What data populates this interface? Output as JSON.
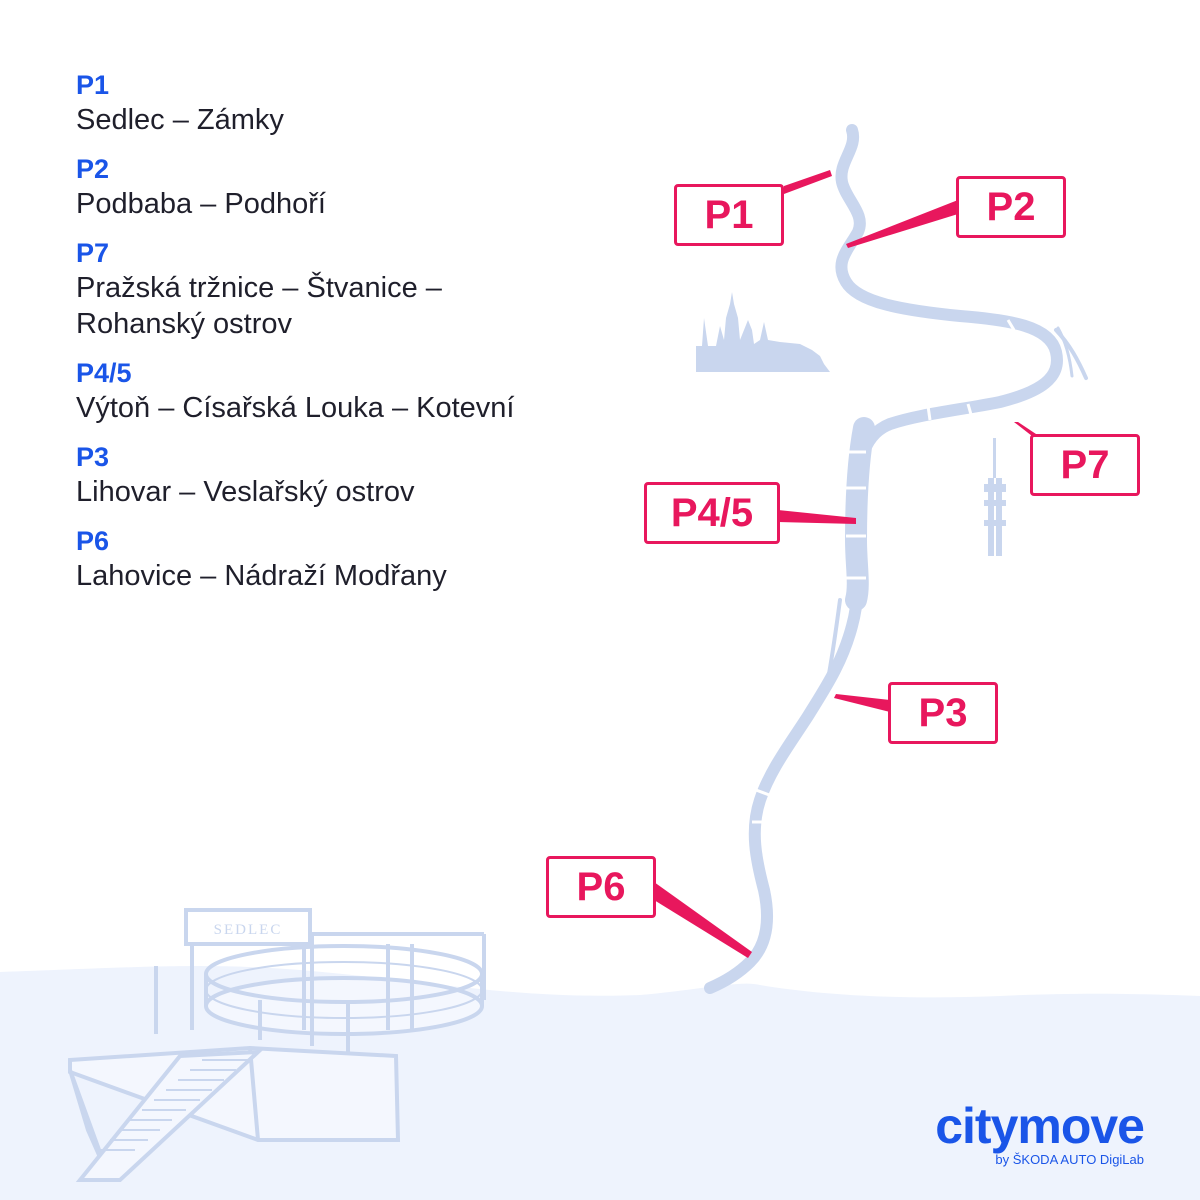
{
  "legend": [
    {
      "code": "P1",
      "desc": "Sedlec – Zámky"
    },
    {
      "code": "P2",
      "desc": "Podbaba – Podhoří"
    },
    {
      "code": "P7",
      "desc": "Pražská tržnice – Štvanice – Rohanský ostrov"
    },
    {
      "code": "P4/5",
      "desc": "Výtoň – Císařská Louka – Kotevní"
    },
    {
      "code": "P3",
      "desc": "Lihovar – Veslařský ostrov"
    },
    {
      "code": "P6",
      "desc": "Lahovice – Nádraží Modřany"
    }
  ],
  "map_labels": {
    "p1": "P1",
    "p2": "P2",
    "p7": "P7",
    "p45": "P4/5",
    "p3": "P3",
    "p6": "P6"
  },
  "ferry_sign": "SEDLEC",
  "brand": {
    "name": "citymove",
    "sub": "by ŠKODA AUTO DigiLab"
  },
  "colors": {
    "accent": "#e8175d",
    "brand": "#1a55e8",
    "river": "#c9d6ee",
    "water": "#eef3fd"
  }
}
